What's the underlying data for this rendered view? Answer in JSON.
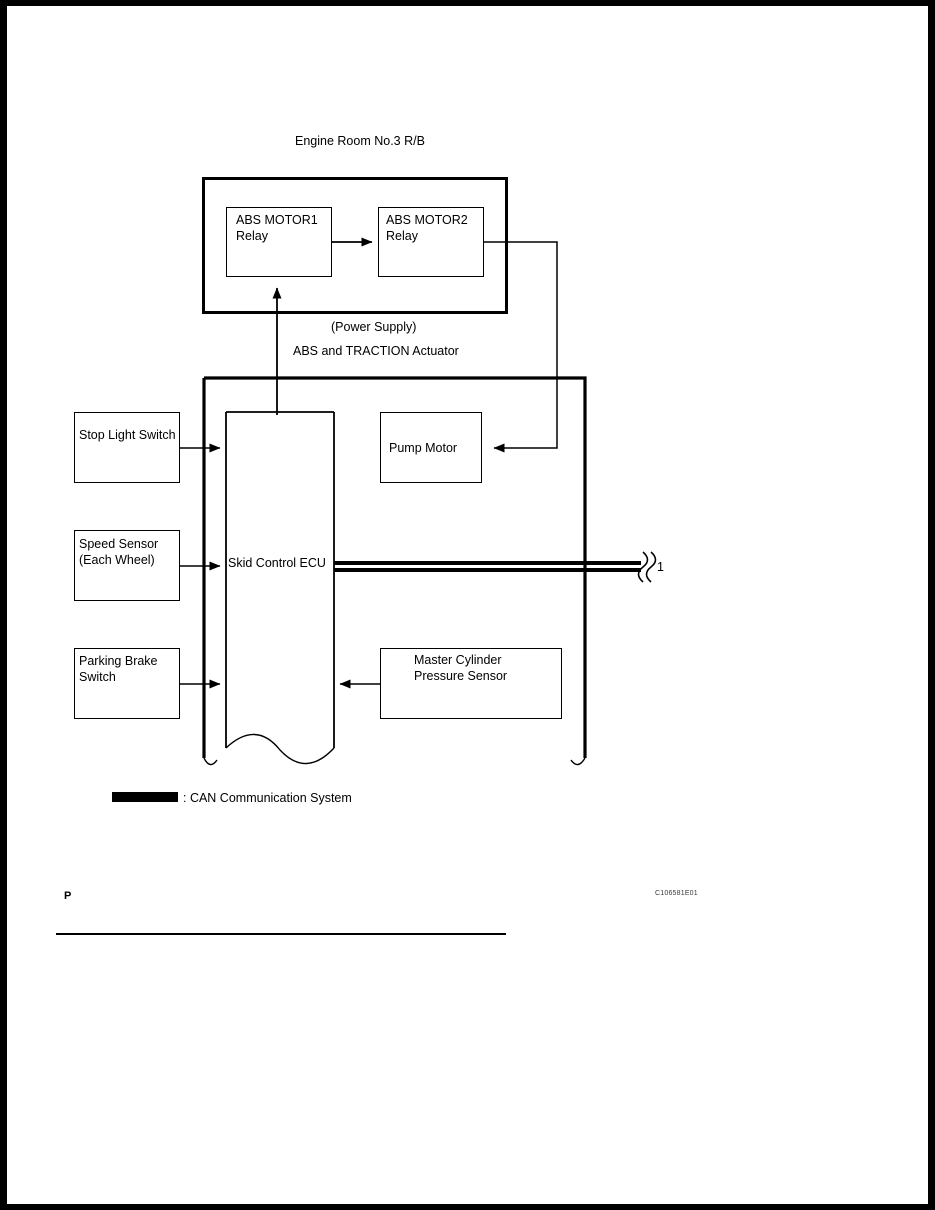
{
  "document": {
    "figure_code": "C106581E01",
    "page_mark": "P"
  },
  "diagram": {
    "title": "Engine Room No.3 R/B",
    "power_supply_label": "(Power Supply)",
    "actuator_label": "ABS and TRACTION Actuator",
    "can_bus_ref": "1",
    "legend": {
      "symbol_name": "can-bus-swatch",
      "text": ": CAN Communication System"
    },
    "blocks": [
      {
        "id": "abs-motor1-relay",
        "line1": "ABS MOTOR1",
        "line2": "Relay"
      },
      {
        "id": "abs-motor2-relay",
        "line1": "ABS MOTOR2",
        "line2": "Relay"
      },
      {
        "id": "stop-light-switch",
        "line1": "Stop Light Switch",
        "line2": ""
      },
      {
        "id": "speed-sensor",
        "line1": "Speed Sensor",
        "line2": "(Each Wheel)"
      },
      {
        "id": "parking-brake-switch",
        "line1": "Parking Brake",
        "line2": "Switch"
      },
      {
        "id": "pump-motor",
        "line1": "Pump Motor",
        "line2": ""
      },
      {
        "id": "master-cylinder-pressure-sensor",
        "line1": "Master Cylinder",
        "line2": "Pressure Sensor"
      },
      {
        "id": "skid-control-ecu",
        "line1": "Skid Control ECU",
        "line2": ""
      }
    ]
  }
}
